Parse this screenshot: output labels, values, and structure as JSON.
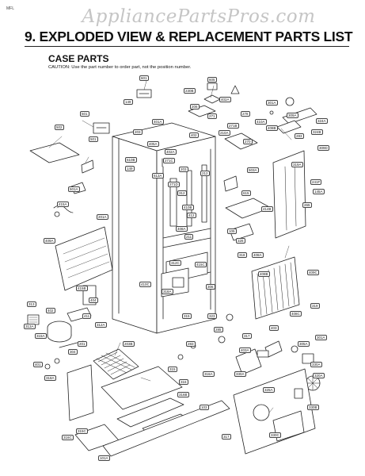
{
  "page_code": "MFL",
  "watermark": "AppliancePartsPros.com",
  "header": {
    "title": "9. EXPLODED VIEW & REPLACEMENT PARTS LIST"
  },
  "section": {
    "title": "CASE PARTS",
    "caution": "CAUTION: Use the part number to order part, not the position number."
  },
  "callouts": [
    "601",
    "605",
    "230B",
    "402A",
    "301A",
    "149",
    "501",
    "401A",
    "206",
    "271",
    "271B",
    "278",
    "410A",
    "309A",
    "408B",
    "502",
    "501",
    "501A",
    "203",
    "405A",
    "402",
    "210A",
    "270",
    "503A",
    "283",
    "309D",
    "324B",
    "324A",
    "610B",
    "402A",
    "149",
    "271C",
    "613A",
    "203",
    "212",
    "319A",
    "145A",
    "241F",
    "271D",
    "312",
    "415A",
    "615",
    "265",
    "410B",
    "412",
    "414B",
    "408A",
    "201A",
    "409A",
    "211",
    "326",
    "105",
    "318",
    "408A",
    "409C",
    "312C",
    "415C",
    "408B",
    "410C",
    "318A",
    "319",
    "415B",
    "306",
    "404",
    "408C",
    "313",
    "402",
    "411",
    "312A",
    "313A",
    "315",
    "323",
    "403",
    "317",
    "315A",
    "201",
    "305A",
    "285",
    "304",
    "403A",
    "283",
    "203B",
    "316A",
    "401",
    "315",
    "330A",
    "316",
    "316B",
    "316C",
    "103",
    "317",
    "315C",
    "320A",
    "318A",
    "330A",
    "301A",
    "325A",
    "330B",
    "330C",
    "101A"
  ]
}
